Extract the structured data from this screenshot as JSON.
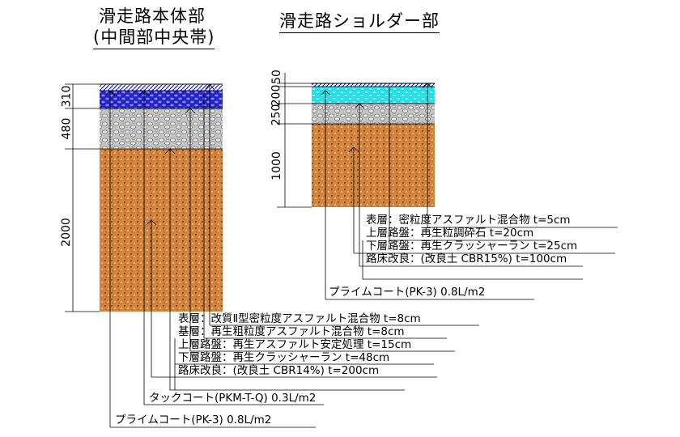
{
  "main_section": {
    "title_line1": "滑走路本体部",
    "title_line2": "(中間部中央帯)",
    "dimensions": [
      "310",
      "480",
      "2000"
    ],
    "layers": [
      "表層：改質Ⅱ型密粒度アスファルト混合物 t=8cm",
      "基層：再生粗粒度アスファルト混合物 t=8cm",
      "上層路盤：再生アスファルト安定処理 t=15cm",
      "下層路盤：再生クラッシャーラン t=48cm",
      "路床改良：(改良土 CBR14%) t=200cm"
    ],
    "tack_coat": "タックコート(PKM-T-Q) 0.3L/m2",
    "prime_coat": "プライムコート(PK-3) 0.8L/m2"
  },
  "shoulder_section": {
    "title": "滑走路ショルダー部",
    "dimensions": [
      "50",
      "200",
      "250",
      "1000"
    ],
    "layers": [
      "表層：密粒度アスファルト混合物 t=5cm",
      "上層路盤：再生粒調砕石 t=20cm",
      "下層路盤：再生クラッシャーラン t=25cm",
      "路床改良：(改良土 CBR15%) t=100cm"
    ],
    "prime_coat": "プライムコート(PK-3) 0.8L/m2"
  },
  "colors": {
    "asphalt_blue": "#2323c8",
    "surface_cyan": "#1ee6f0",
    "crushed_stone_gray": "#9a9a9a",
    "subgrade_orange": "#d2843e"
  }
}
